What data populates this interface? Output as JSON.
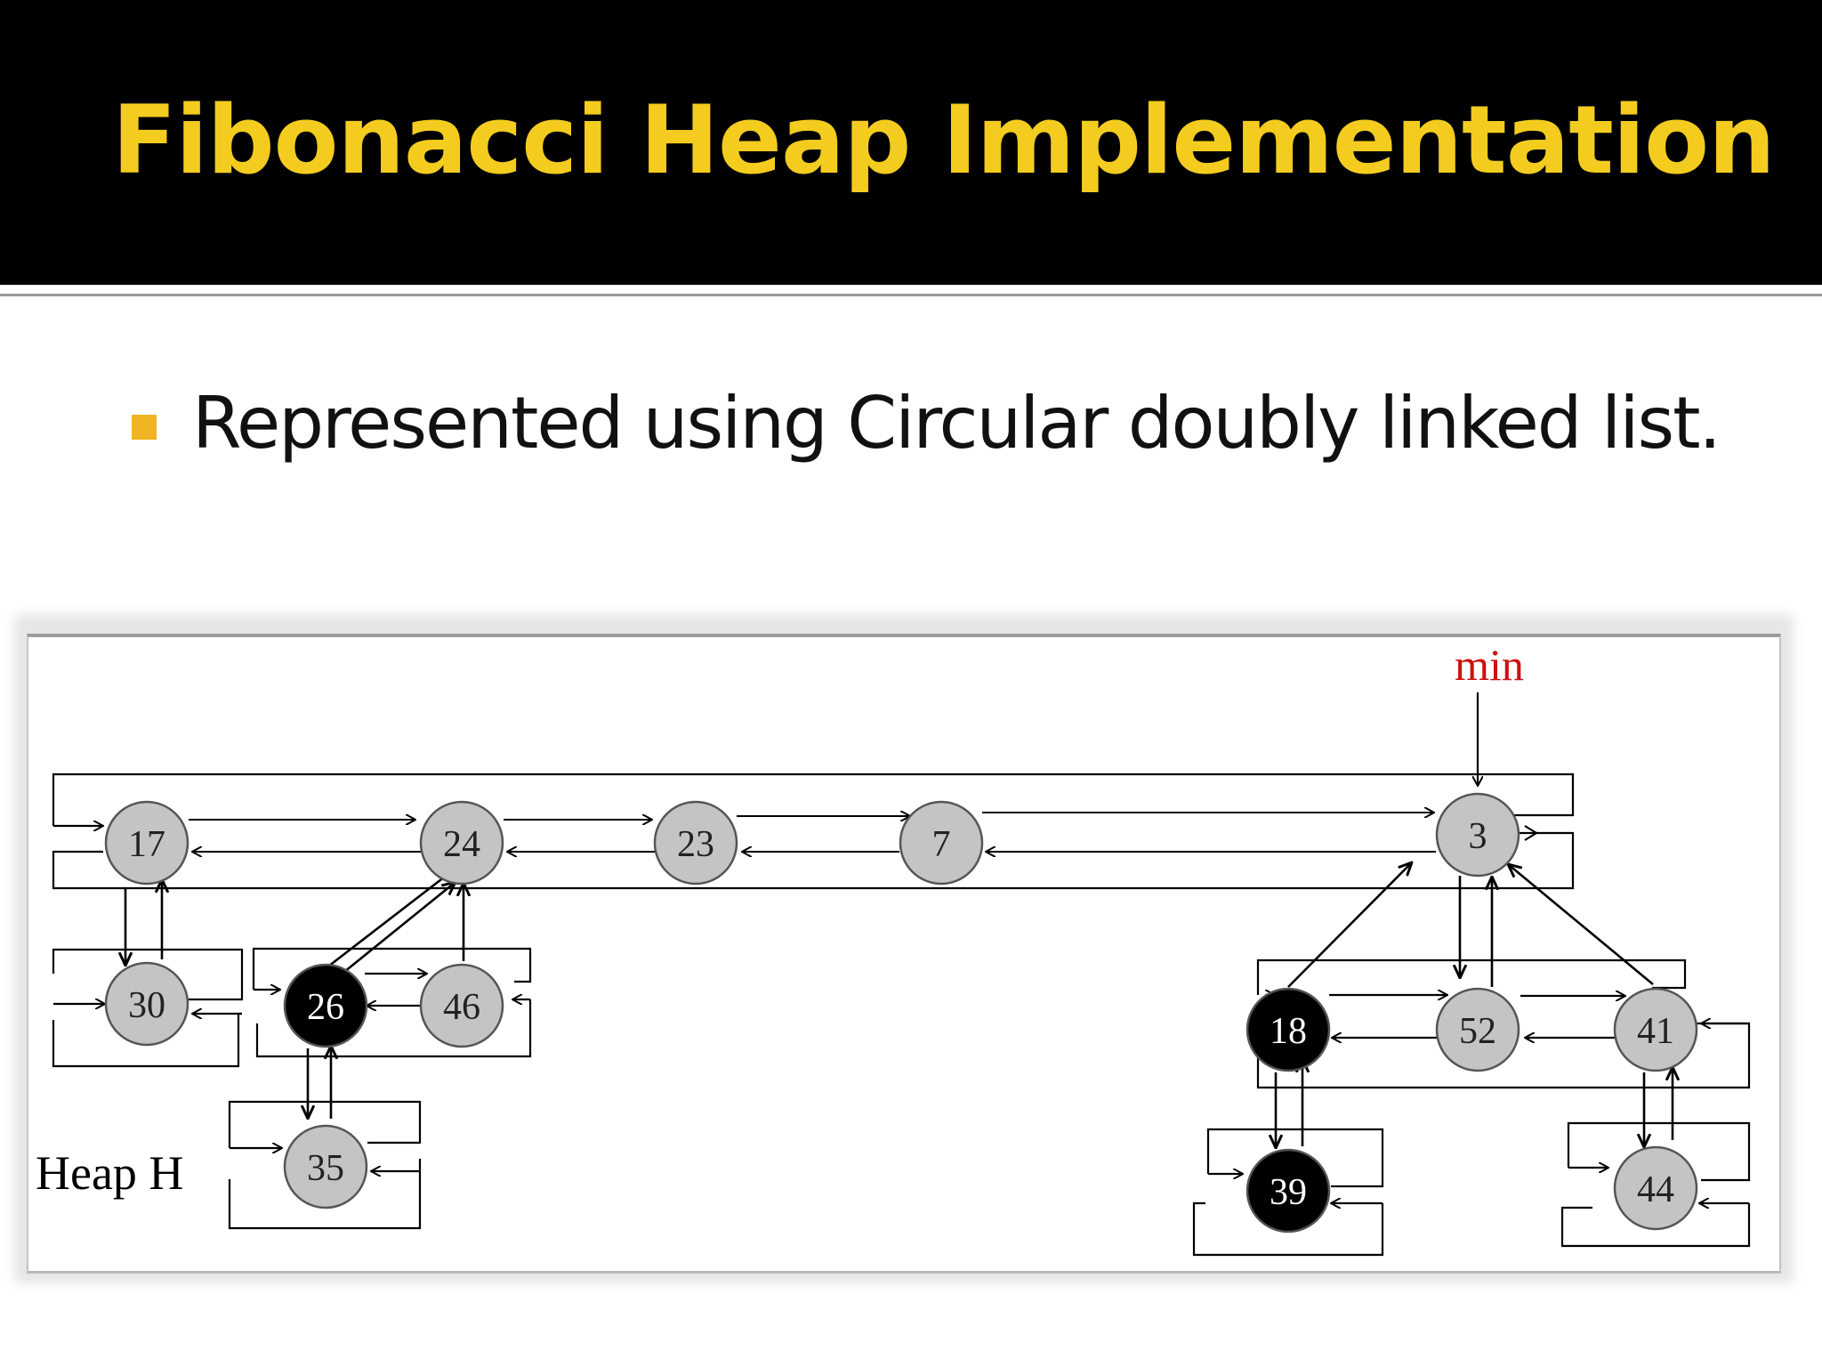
{
  "slide": {
    "title": "Fibonacci Heap Implementation",
    "bullet": "Represented using Circular doubly linked list."
  },
  "diagram": {
    "heap_label": "Heap H",
    "min_label": "min",
    "nodes": [
      {
        "id": "n17",
        "label": "17",
        "marked": false
      },
      {
        "id": "n24",
        "label": "24",
        "marked": false
      },
      {
        "id": "n23",
        "label": "23",
        "marked": false
      },
      {
        "id": "n7",
        "label": "7",
        "marked": false
      },
      {
        "id": "n3",
        "label": "3",
        "marked": false
      },
      {
        "id": "n30",
        "label": "30",
        "marked": false
      },
      {
        "id": "n26",
        "label": "26",
        "marked": true
      },
      {
        "id": "n46",
        "label": "46",
        "marked": false
      },
      {
        "id": "n35",
        "label": "35",
        "marked": false
      },
      {
        "id": "n18",
        "label": "18",
        "marked": true
      },
      {
        "id": "n52",
        "label": "52",
        "marked": false
      },
      {
        "id": "n41",
        "label": "41",
        "marked": false
      },
      {
        "id": "n39",
        "label": "39",
        "marked": true
      },
      {
        "id": "n44",
        "label": "44",
        "marked": false
      }
    ],
    "colors": {
      "unmarked_fill": "#c4c4c4",
      "marked_fill": "#000000",
      "min_color": "#cc1111",
      "title_color": "#f3cc1f",
      "bullet_color": "#f0b321"
    }
  }
}
